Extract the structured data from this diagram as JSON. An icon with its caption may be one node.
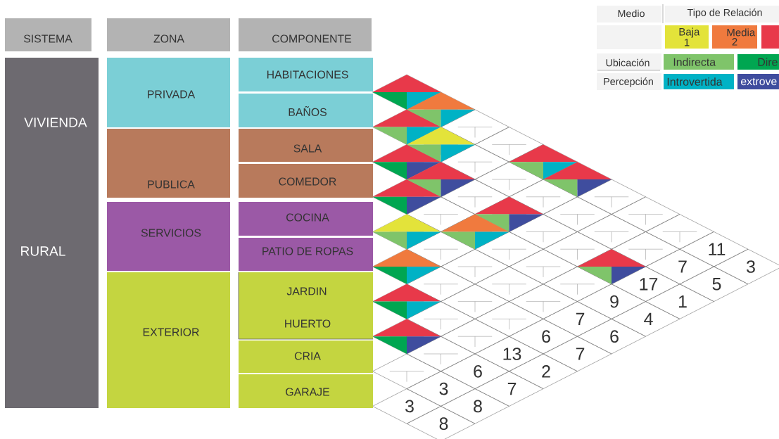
{
  "diagram": {
    "nodes": [
      {
        "text": [
          "SISTEMA"
        ]
      },
      {
        "text": [
          "ZONA"
        ]
      },
      {
        "text": [
          "COMPONENTE"
        ]
      },
      {
        "text": [
          "VIVIENDA",
          "RURAL"
        ]
      },
      {
        "text": [
          "PRIVADA"
        ]
      },
      {
        "text": [
          "PUBLICA"
        ]
      },
      {
        "text": [
          "SERVICIOS"
        ]
      },
      {
        "text": [
          "EXTERIOR"
        ]
      },
      {
        "text": [
          "HABITACIONES"
        ]
      },
      {
        "text": [
          "BAÑOS"
        ]
      },
      {
        "text": [
          "SALA"
        ]
      },
      {
        "text": [
          "COMEDOR"
        ]
      },
      {
        "text": [
          "COCINA"
        ]
      },
      {
        "text": [
          "PATIO DE ROPAS"
        ]
      },
      {
        "text": [
          "JARDIN",
          "HUERTO"
        ]
      },
      {
        "text": [
          "CRIA"
        ]
      },
      {
        "text": [
          "GARAJE"
        ]
      }
    ],
    "edges": [],
    "labels": [
      "Medio",
      "Tipo de Relación",
      "Ubicación",
      "Percepción",
      "11",
      "3",
      "7",
      "17",
      "5",
      "9",
      "1",
      "4",
      "7",
      "6",
      "6",
      "13",
      "7",
      "2",
      "6",
      "3",
      "7",
      "3",
      "8",
      "8"
    ],
    "legend": [
      {
        "text": "Baja 1",
        "color": "#e3e33a"
      },
      {
        "text": "Media 2",
        "color": "#f07a3e"
      },
      {
        "text": "Indirecta",
        "color": "#7fc46a"
      },
      {
        "text": "Dire",
        "color": "#00a651"
      },
      {
        "text": "Introvertida",
        "color": "#00b2c5"
      },
      {
        "text": "extrove",
        "color": "#3f4d9e"
      }
    ]
  }
}
